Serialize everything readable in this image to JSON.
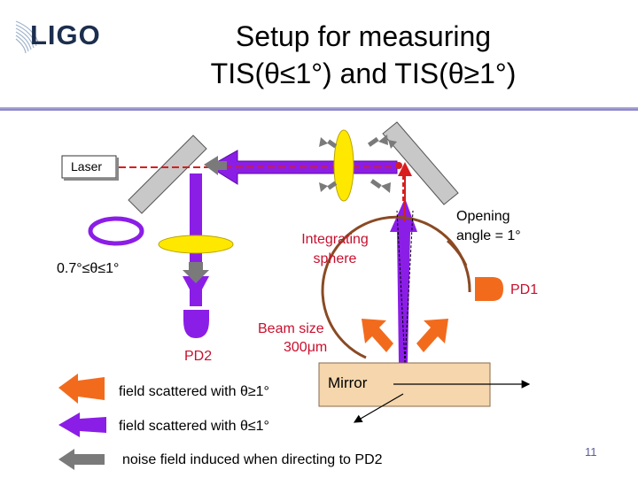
{
  "header": {
    "logo_text": "LIGO",
    "title_line1": "Setup for measuring",
    "title_line2": "TIS(θ≤1°) and TIS(θ≥1°)"
  },
  "labels": {
    "laser": "Laser",
    "integrating_sphere_line1": "Integrating",
    "integrating_sphere_line2": "sphere",
    "opening_angle_line1": "Opening",
    "opening_angle_line2": "angle = 1°",
    "pd1": "PD1",
    "pd2": "PD2",
    "angle_range": "0.7°≤θ≤1°",
    "beam_size_line1": "Beam size",
    "beam_size_line2": "300μm",
    "mirror": "Mirror"
  },
  "legend": [
    {
      "text": "field scattered with θ≥1°",
      "color": "#f26b1d"
    },
    {
      "text": "field scattered with θ≤1°",
      "color": "#8b1ee6"
    },
    {
      "text": "noise field induced when directing to PD2",
      "color": "#7a7a7a"
    }
  ],
  "slide_number": "11",
  "colors": {
    "orange": "#f26b1d",
    "purple": "#8b1ee6",
    "gray": "#7a7a7a",
    "yellow": "#ffe800",
    "mirror": "#f5d6ad",
    "sphere": "#8a4a24",
    "red_beam": "#d81e1e",
    "label_red": "#c8102e"
  }
}
